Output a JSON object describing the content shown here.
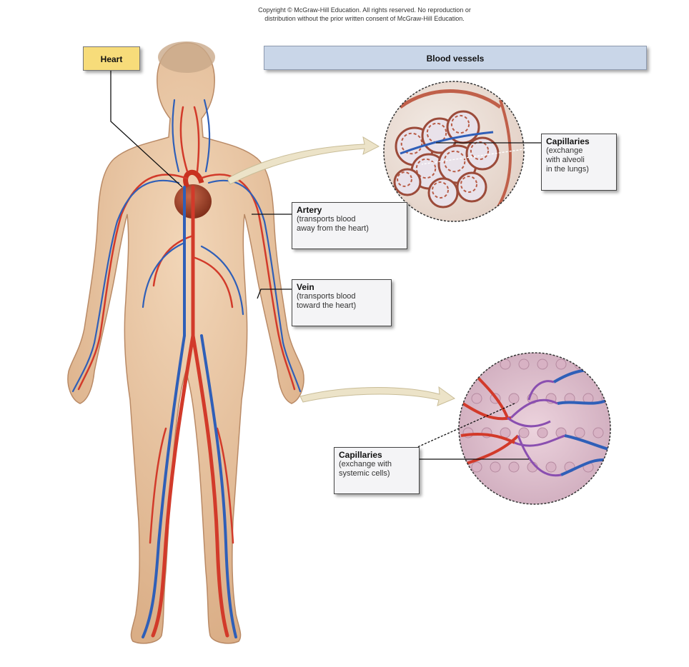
{
  "copyright": {
    "line1": "Copyright © McGraw-Hill Education. All rights reserved. No reproduction or",
    "line2": "distribution without the prior written consent of McGraw-Hill Education."
  },
  "labels": {
    "heart": "Heart",
    "blood_vessels": "Blood vessels",
    "capillaries_lungs": {
      "title": "Capillaries",
      "desc": [
        "(exchange",
        "with alveoli",
        "in the lungs)"
      ]
    },
    "artery": {
      "title": "Artery",
      "desc": [
        "(transports blood",
        "away from the heart)"
      ]
    },
    "vein": {
      "title": "Vein",
      "desc": [
        "(transports blood",
        "toward the heart)"
      ]
    },
    "capillaries_systemic": {
      "title": "Capillaries",
      "desc": [
        "(exchange with",
        "systemic cells)"
      ]
    }
  },
  "colors": {
    "skin": "#e8c4a0",
    "artery": "#d23a2a",
    "vein": "#2f5fb8",
    "heart": "#a0462a",
    "heart_label_bg": "#f7dc7a",
    "vessels_label_bg": "#c9d6e8",
    "systemic_capillary": "#8a4fb0",
    "arrow": "#ece3c8"
  }
}
